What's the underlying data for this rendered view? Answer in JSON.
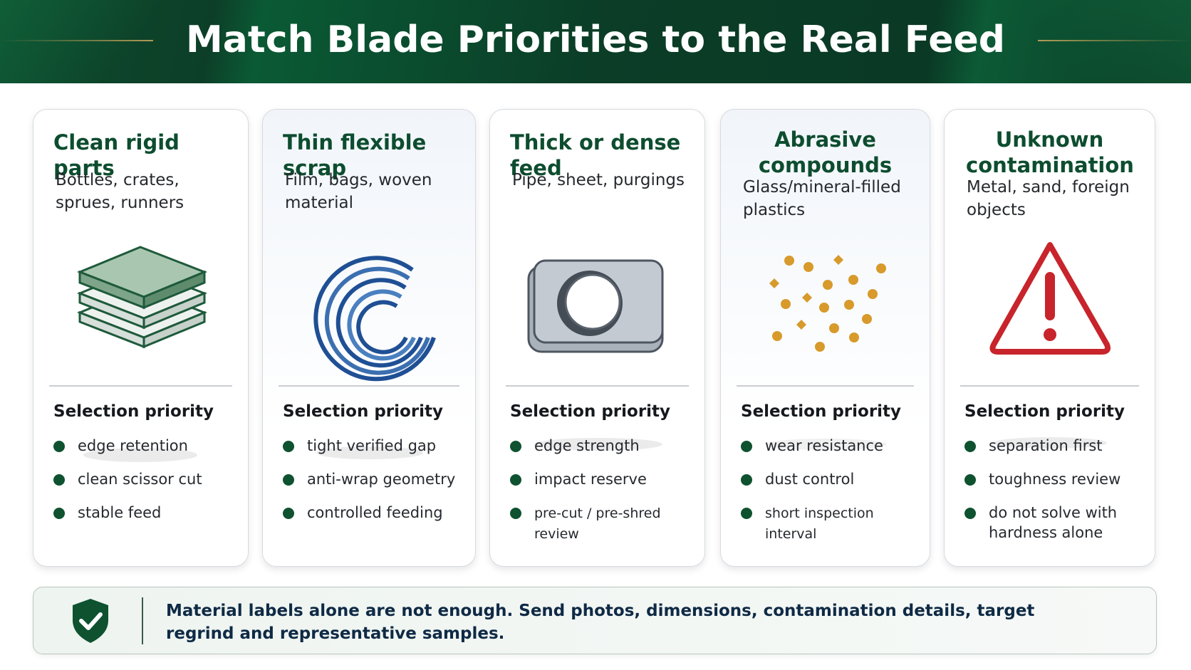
{
  "header": {
    "title": "Match Blade Priorities to the Real Feed"
  },
  "cards": [
    {
      "title": "Clean rigid parts",
      "subtitle": "Bottles, crates, sprues, runners",
      "illustration": "stacked-sheets-icon",
      "selection_title": "Selection priority",
      "items": [
        "edge retention",
        "clean scissor cut",
        "stable feed"
      ]
    },
    {
      "title": "Thin flexible scrap",
      "subtitle": "Film, bags, woven material",
      "illustration": "film-roll-icon",
      "selection_title": "Selection priority",
      "items": [
        "tight verified gap",
        "anti-wrap geometry",
        "controlled feeding"
      ]
    },
    {
      "title": "Thick or dense feed",
      "subtitle": "Pipe, sheet, purgings",
      "illustration": "thick-block-icon",
      "selection_title": "Selection priority",
      "items": [
        "edge strength",
        "impact reserve",
        "pre-cut / pre-shred review"
      ]
    },
    {
      "title": "Abrasive compounds",
      "subtitle": "Glass/mineral-filled plastics",
      "illustration": "mineral-particles-icon",
      "selection_title": "Selection priority",
      "items": [
        "wear resistance",
        "dust control",
        "short inspection interval"
      ]
    },
    {
      "title": "Unknown contamination",
      "subtitle": "Metal, sand, foreign objects",
      "illustration": "warning-triangle-icon",
      "selection_title": "Selection priority",
      "items": [
        "separation first",
        "toughness review",
        "do not solve with hardness alone"
      ]
    }
  ],
  "banner": {
    "icon": "shield-check-icon",
    "message": "Material labels alone are not enough. Send photos, dimensions, contamination details, target regrind and representative samples."
  },
  "colors": {
    "header_green": "#0b3d27",
    "title_green": "#0d4d2f",
    "bullet_green": "#0e5230",
    "warning_red": "#c8242b",
    "gold_accent": "#c4a35a",
    "particle_amber": "#d79a2b",
    "film_blue": "#1f4f94"
  }
}
